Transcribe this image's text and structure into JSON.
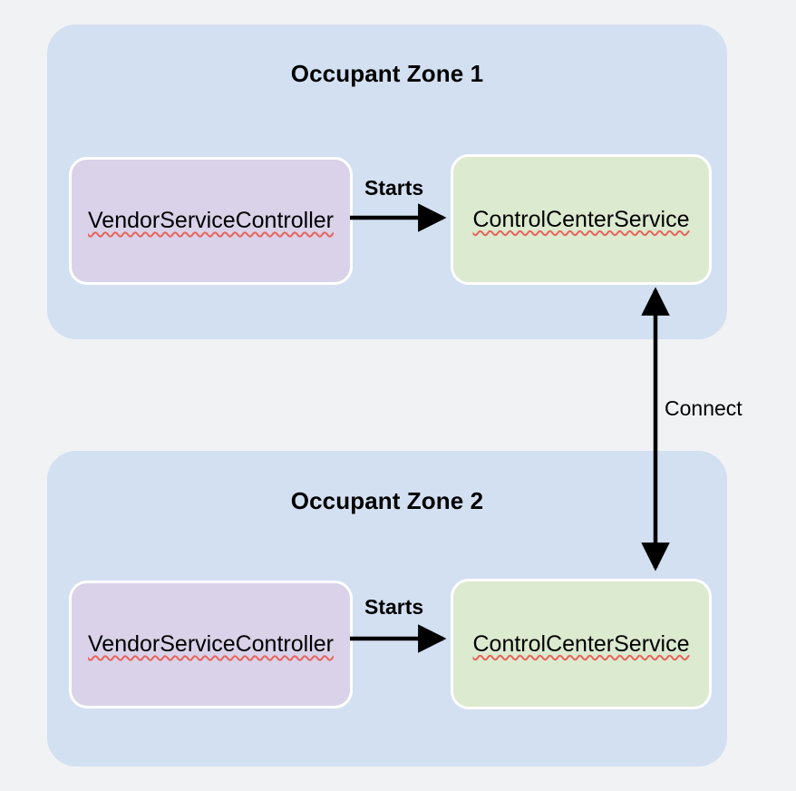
{
  "diagram": {
    "type": "architecture-block-diagram",
    "background_color": "#f1f2f4",
    "zones": [
      {
        "id": "occupant-zone-1",
        "title": "Occupant Zone 1",
        "color": "#d3e0f2",
        "nodes": [
          {
            "id": "vendor-service-controller-1",
            "label": "VendorServiceController",
            "color": "#d9d2e9",
            "spellcheck_underline": true
          },
          {
            "id": "control-center-service-1",
            "label": "ControlCenterService",
            "color": "#dcead0",
            "spellcheck_underline": true
          }
        ],
        "edge_label": "Starts"
      },
      {
        "id": "occupant-zone-2",
        "title": "Occupant Zone 2",
        "color": "#d3e0f2",
        "nodes": [
          {
            "id": "vendor-service-controller-2",
            "label": "VendorServiceController",
            "color": "#d9d2e9",
            "spellcheck_underline": true
          },
          {
            "id": "control-center-service-2",
            "label": "ControlCenterService",
            "color": "#dcead0",
            "spellcheck_underline": true
          }
        ],
        "edge_label": "Starts"
      }
    ],
    "edges": [
      {
        "id": "starts-1",
        "label": "Starts",
        "from": "vendor-service-controller-1",
        "to": "control-center-service-1",
        "direction": "single"
      },
      {
        "id": "starts-2",
        "label": "Starts",
        "from": "vendor-service-controller-2",
        "to": "control-center-service-2",
        "direction": "single"
      },
      {
        "id": "connect",
        "label": "Connect",
        "from": "control-center-service-1",
        "to": "control-center-service-2",
        "direction": "double"
      }
    ],
    "arrow_color": "#000000",
    "squiggle_color": "#e8645a"
  }
}
